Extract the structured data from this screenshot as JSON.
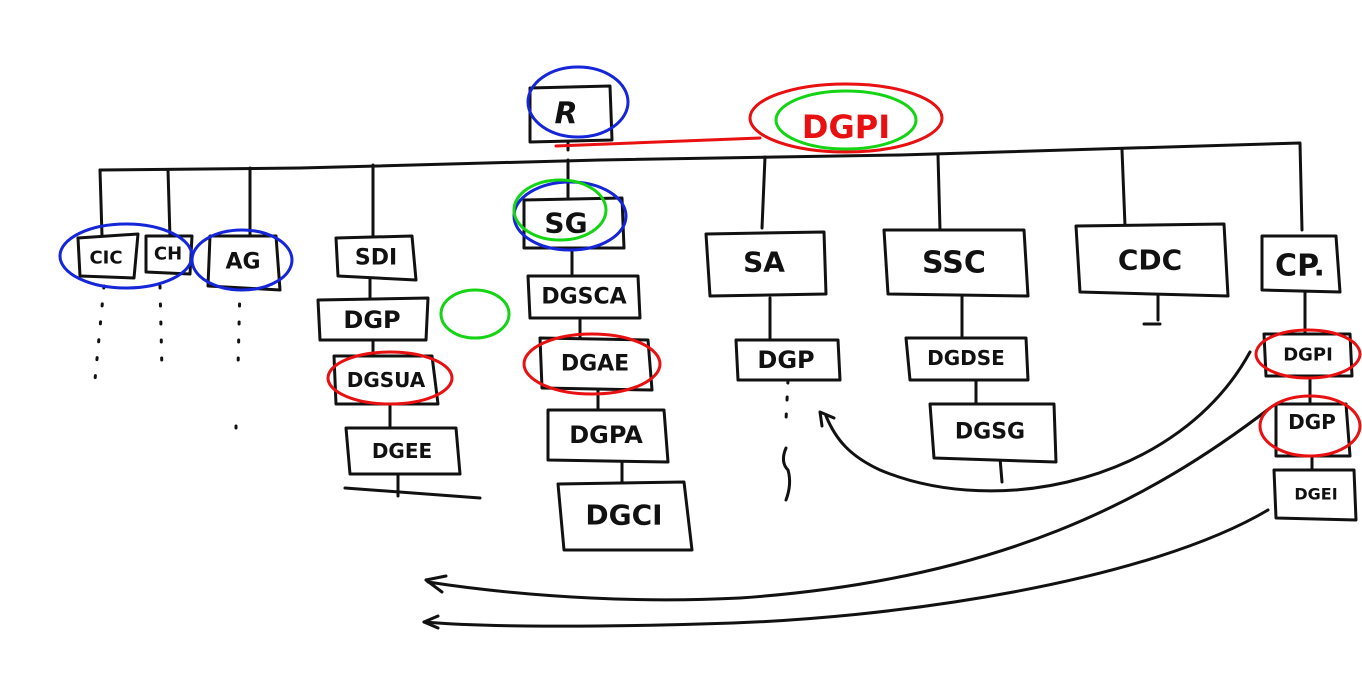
{
  "colors": {
    "ink": "#111111",
    "blue": "#1525d8",
    "green": "#14d414",
    "red": "#e81010"
  },
  "nodes": {
    "root": "R",
    "dgpi_top": "DGPI",
    "cic": "CIC",
    "ch": "CH",
    "ag": "AG",
    "sdi": "SDI",
    "sdi_dgp": "DGP",
    "sdi_dgsua": "DGSUA",
    "sdi_dgee": "DGEE",
    "sg": "SG",
    "sg_dgsca": "DGSCA",
    "sg_dgae": "DGAE",
    "sg_dgpa": "DGPA",
    "sg_dgci": "DGCI",
    "sa": "SA",
    "sa_dgp": "DGP",
    "ssc": "SSC",
    "ssc_dgdse": "DGDSE",
    "ssc_dgsg": "DGSG",
    "cdc": "CDC",
    "cp": "CP.",
    "cp_dgpi": "DGPI",
    "cp_dgp": "DGP",
    "cp_dgei": "DGEI"
  }
}
